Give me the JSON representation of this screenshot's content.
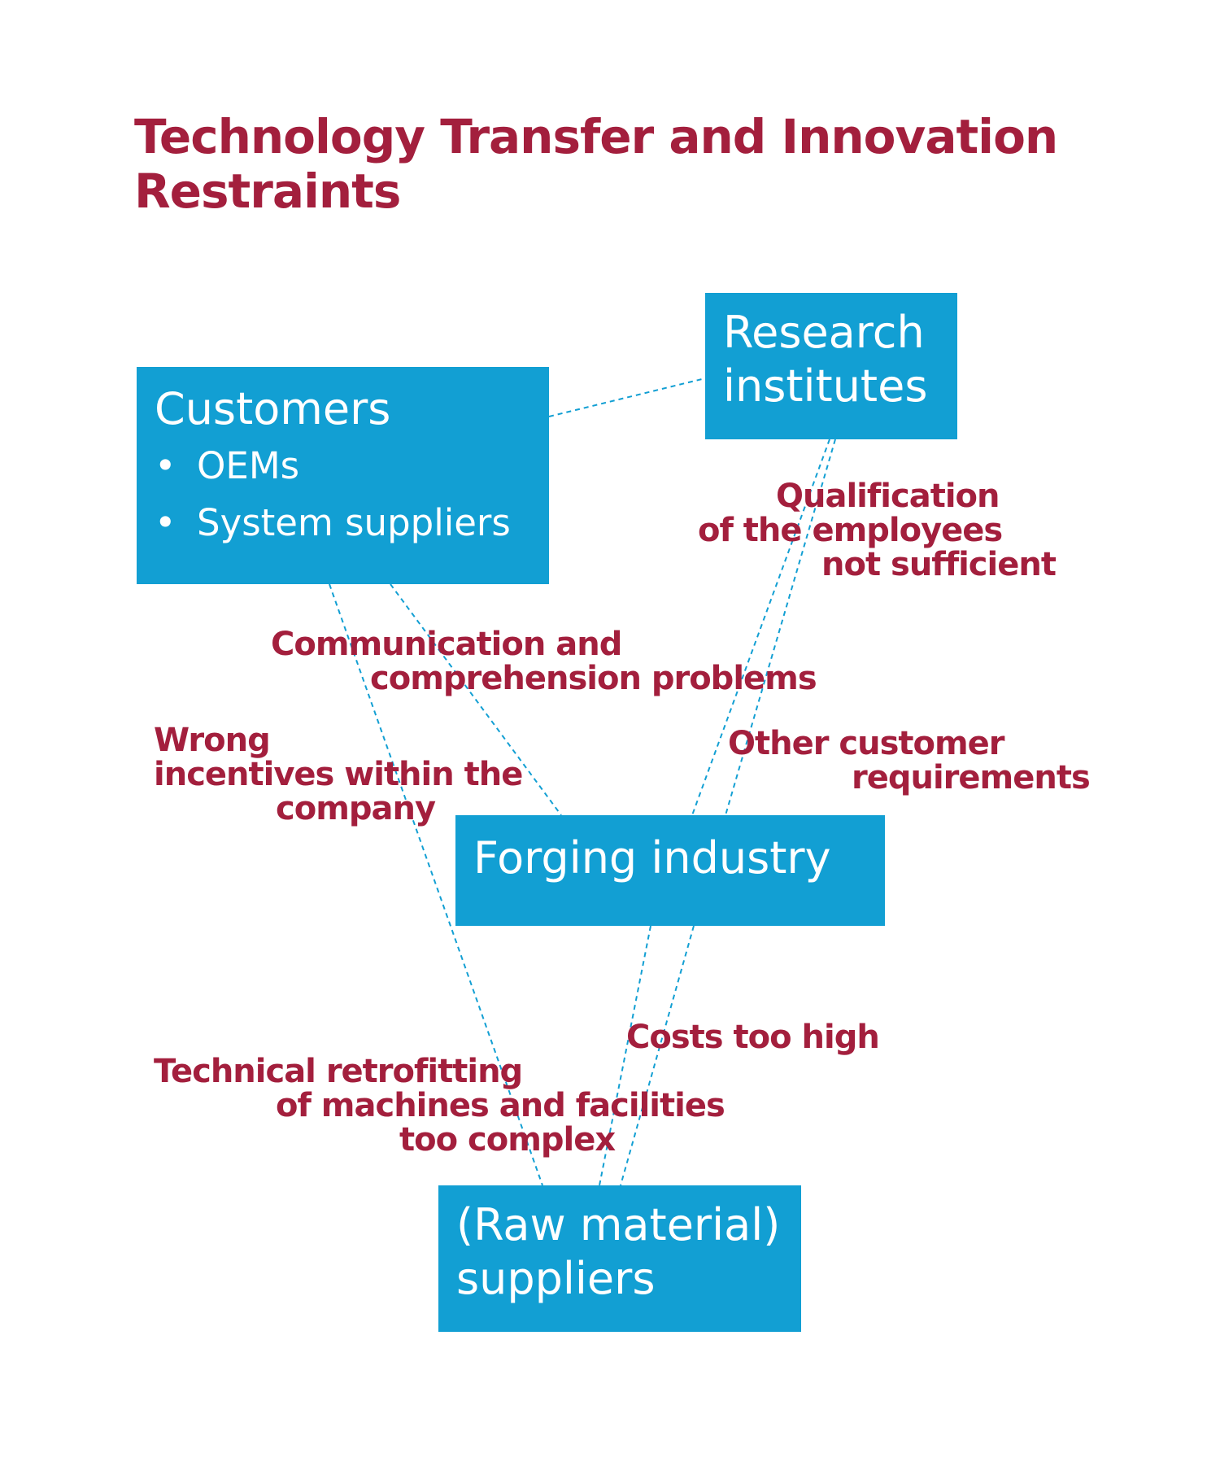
{
  "title": {
    "line1": "Technology Transfer and Innovation",
    "line2": "Restraints"
  },
  "nodes": {
    "customers": {
      "heading": "Customers",
      "items": [
        "OEMs",
        "System suppliers"
      ],
      "bullet": "•"
    },
    "research": {
      "line1": "Research",
      "line2": "institutes"
    },
    "forging": {
      "label": "Forging industry"
    },
    "suppliers": {
      "line1": "(Raw material)",
      "line2": "suppliers"
    }
  },
  "labels": {
    "qualification": [
      "Qualification",
      "of the employees",
      "not sufficient"
    ],
    "communication": [
      "Communication and",
      "comprehension problems"
    ],
    "wrong_incentives": [
      "Wrong",
      "incentives within the",
      "company"
    ],
    "other_requirements": [
      "Other customer",
      "requirements"
    ],
    "costs": [
      "Costs too high"
    ],
    "retrofitting": [
      "Technical retrofitting",
      "of machines and facilities",
      "too complex"
    ]
  },
  "colors": {
    "box": "#129fd3",
    "label": "#a31f3d",
    "connector": "#129fd3"
  }
}
